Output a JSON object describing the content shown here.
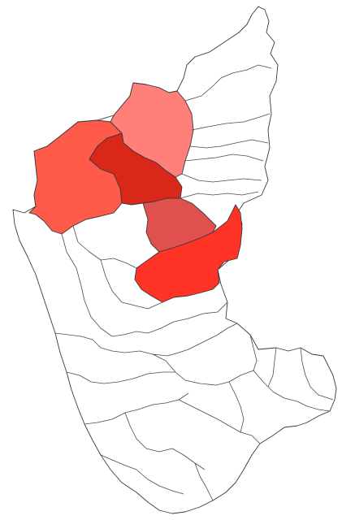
{
  "map": {
    "default_fill": "#ffffff",
    "border_color": "#3a3a3a",
    "highlighted": [
      {
        "id": "region-a",
        "color": "#ff5a4a"
      },
      {
        "id": "region-b",
        "color": "#ff7f7a"
      },
      {
        "id": "region-c",
        "color": "#d9281a"
      },
      {
        "id": "region-d",
        "color": "#e0504f"
      },
      {
        "id": "region-e",
        "color": "#ff3326"
      }
    ]
  }
}
